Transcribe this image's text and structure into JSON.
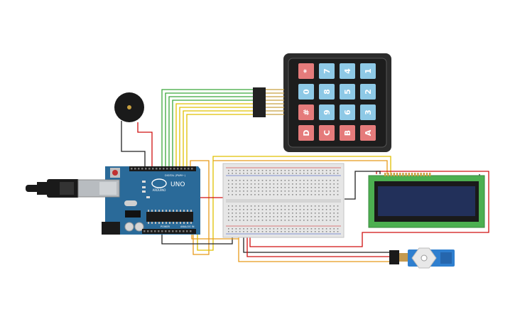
{
  "components": {
    "arduino": {
      "brand": "UNO",
      "logo_text": "ARDUINO",
      "header_label": "DIGITAL (PWM~)",
      "power_label": "POWER",
      "analog_label": "ANALOG IN",
      "board_color": "#2a6a99"
    },
    "keypad": {
      "keys": [
        {
          "label": "*",
          "kind": "red"
        },
        {
          "label": "7",
          "kind": "blue"
        },
        {
          "label": "4",
          "kind": "blue"
        },
        {
          "label": "1",
          "kind": "blue"
        },
        {
          "label": "0",
          "kind": "blue"
        },
        {
          "label": "8",
          "kind": "blue"
        },
        {
          "label": "5",
          "kind": "blue"
        },
        {
          "label": "2",
          "kind": "blue"
        },
        {
          "label": "#",
          "kind": "red"
        },
        {
          "label": "9",
          "kind": "blue"
        },
        {
          "label": "6",
          "kind": "blue"
        },
        {
          "label": "3",
          "kind": "blue"
        },
        {
          "label": "D",
          "kind": "red"
        },
        {
          "label": "C",
          "kind": "red"
        },
        {
          "label": "B",
          "kind": "red"
        },
        {
          "label": "A",
          "kind": "red"
        }
      ]
    },
    "lcd": {
      "screen_color": "#22305a",
      "pcb_color": "#4caf50"
    },
    "servo": {
      "body_color": "#2f7fcf"
    },
    "buzzer": {
      "color": "#1a1a1a"
    }
  },
  "colors": {
    "key_blue": "#8ec9e6",
    "key_red": "#e57b7b",
    "wire_green": "#3aa83a",
    "wire_yellow": "#e0c000",
    "wire_orange": "#e89a1a",
    "wire_red": "#d01010",
    "wire_black": "#222222"
  }
}
